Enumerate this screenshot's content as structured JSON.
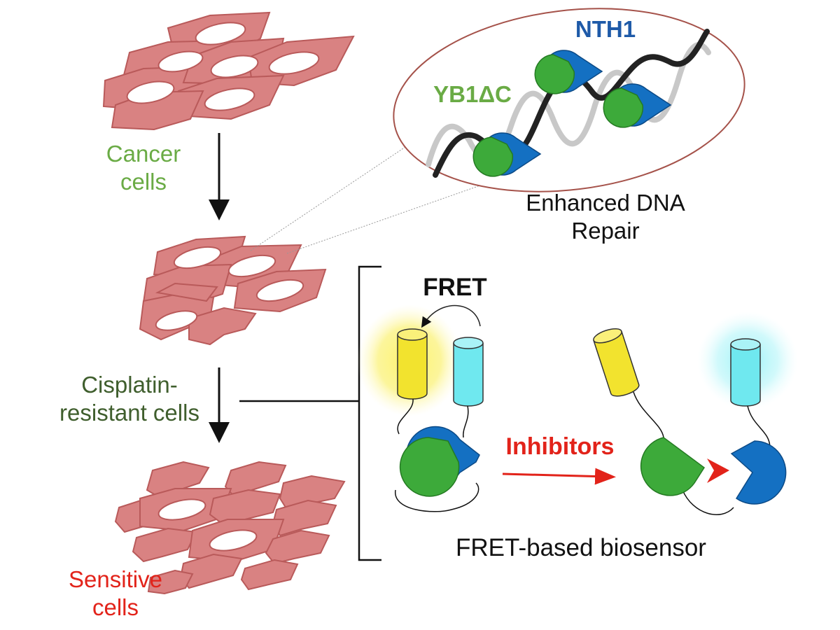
{
  "labels": {
    "cancer_cells": [
      "Cancer",
      "cells"
    ],
    "resistant_cells": [
      "Cisplatin-",
      "resistant cells"
    ],
    "sensitive_cells": [
      "Sensitive",
      "cells"
    ],
    "protein_a": "YB1ΔC",
    "protein_b": "NTH1",
    "repair": [
      "Enhanced DNA",
      "Repair"
    ],
    "fret": "FRET",
    "inhibitors": "Inhibitors",
    "biosensor": "FRET-based biosensor"
  },
  "colors": {
    "cell_fill": "#d98282",
    "cell_stroke": "#b95a5a",
    "protein_a": "#3daa3a",
    "protein_b": "#1470c2",
    "yellow_fluorophore": "#f2e32e",
    "cyan_fluorophore": "#6fe8ef",
    "inhibitor": "#e2231a"
  }
}
